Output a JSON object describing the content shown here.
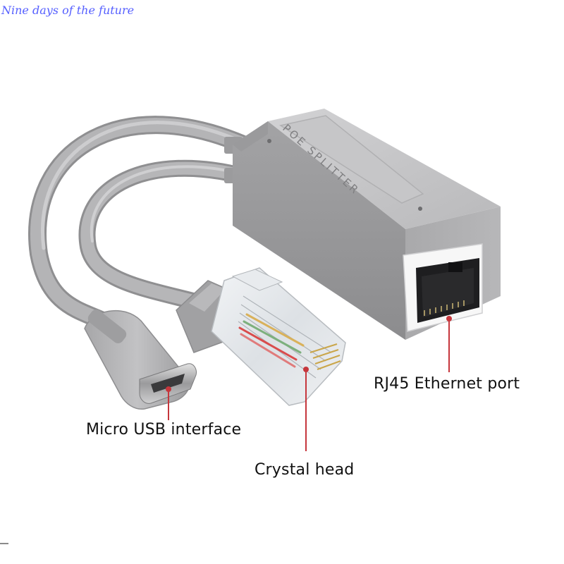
{
  "watermark": {
    "text": "Nine days of the future"
  },
  "product": {
    "body_imprint": "POE SPLITTER"
  },
  "callouts": {
    "rj45_port": "RJ45 Ethernet port",
    "micro_usb": "Micro USB interface",
    "crystal_head": "Crystal head"
  },
  "colors": {
    "housing": "#a7a7a9",
    "cable": "#b3b3b5",
    "leader_line": "#c6363c",
    "watermark": "#5660ff"
  }
}
